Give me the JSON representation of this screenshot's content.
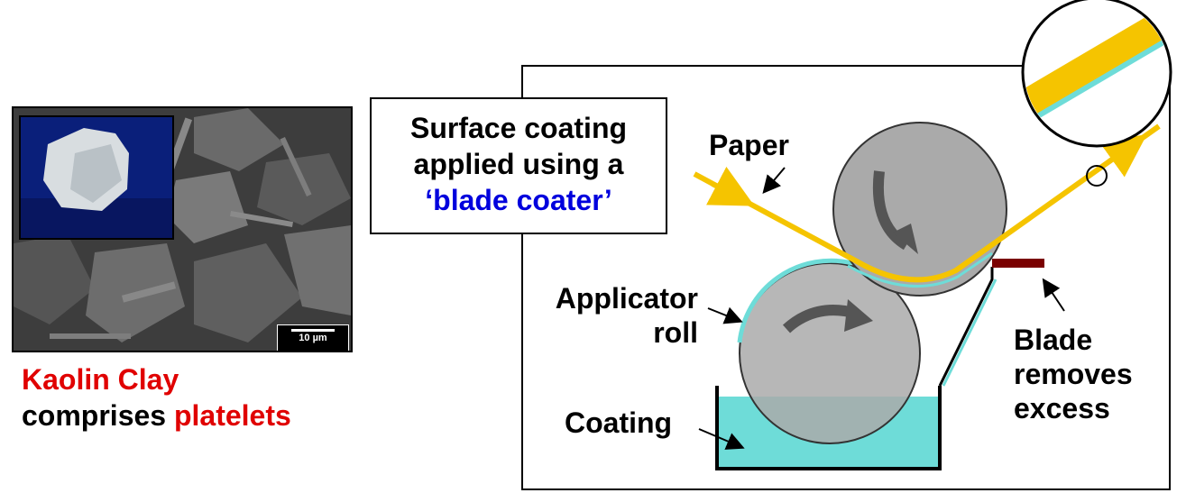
{
  "left_panel": {
    "scale_bar": "10 µm",
    "caption_line1": "Kaolin Clay",
    "caption_line2_a": "comprises ",
    "caption_line2_b": "platelets"
  },
  "title_box": {
    "line1": "Surface coating",
    "line2": "applied using a",
    "line3": "‘blade coater’"
  },
  "labels": {
    "paper": "Paper",
    "applicator_1": "Applicator",
    "applicator_2": "roll",
    "coating": "Coating",
    "blade_1": "Blade",
    "blade_2": "removes",
    "blade_3": "excess"
  },
  "colors": {
    "paper": "#f5c400",
    "coating": "#6edcd8",
    "roll": "#aaaaaa",
    "blade": "#7a0000",
    "caption_accent": "#e00000",
    "title_accent": "#0000dd"
  }
}
